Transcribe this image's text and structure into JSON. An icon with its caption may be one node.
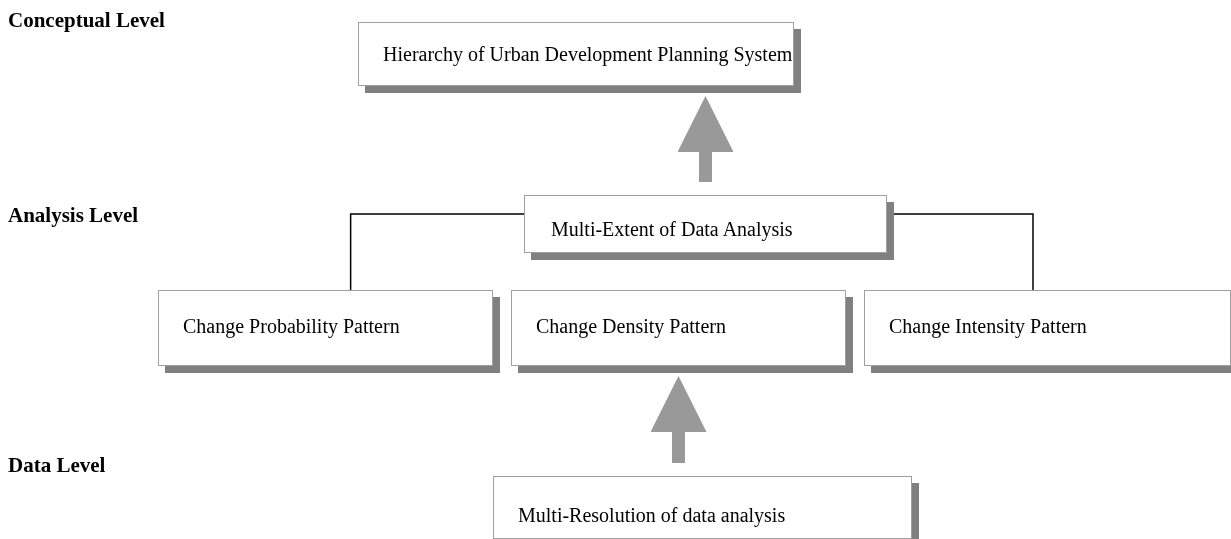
{
  "diagram": {
    "nodes": [
      {
        "text": [
          "Hierarchy of Urban Development Planning System"
        ]
      },
      {
        "text": [
          "Multi-Extent of Data Analysis"
        ]
      },
      {
        "text": [
          "Change Probability Pattern"
        ]
      },
      {
        "text": [
          "Change Density Pattern"
        ]
      },
      {
        "text": [
          "Change Intensity Pattern"
        ]
      },
      {
        "text": [
          "Multi-Resolution of data analysis"
        ]
      }
    ],
    "edges": [
      {
        "from": 1,
        "to": 0,
        "arrow": "to",
        "style": "thick",
        "color": "#999999"
      },
      {
        "from": 1,
        "to": 2,
        "arrow": "none",
        "color": "#000000"
      },
      {
        "from": 1,
        "to": 4,
        "arrow": "none",
        "color": "#000000"
      },
      {
        "from": 5,
        "to": 3,
        "arrow": "to",
        "style": "thick",
        "color": "#999999"
      }
    ],
    "labels": [
      "Conceptual Level",
      "Analysis Level",
      "Data Level"
    ]
  }
}
